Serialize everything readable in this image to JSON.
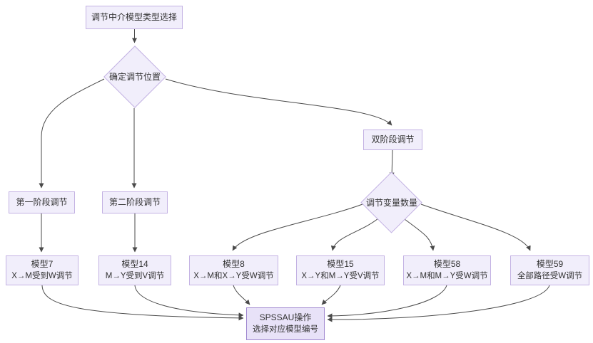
{
  "colors": {
    "background": "#ffffff",
    "node-fill": "#f1eefb",
    "node-border": "#c3b2e3",
    "accent-fill": "#e8e2f8",
    "accent-border": "#a088d0",
    "edge-color": "#4a4a4a",
    "text-color": "#333333"
  },
  "nodes": {
    "start": {
      "label": "调节中介模型类型选择"
    },
    "decision_position": {
      "label": "确定调节位置"
    },
    "stage1": {
      "label": "第一阶段调节"
    },
    "stage2": {
      "label": "第二阶段调节"
    },
    "dual_stage": {
      "label": "双阶段调节"
    },
    "decision_count": {
      "label": "调节变量数量"
    },
    "model7": {
      "title": "模型7",
      "desc": "X→M受到W调节"
    },
    "model14": {
      "title": "模型14",
      "desc": "M→Y受到V调节"
    },
    "model8": {
      "title": "模型8",
      "desc": "X→M和X→Y受W调节"
    },
    "model15": {
      "title": "模型15",
      "desc": "X→Y和M→Y受V调节"
    },
    "model58": {
      "title": "模型58",
      "desc": "X→M和M→Y受W调节"
    },
    "model59": {
      "title": "模型59",
      "desc": "全部路径受W调节"
    },
    "spssau": {
      "title": "SPSSAU操作",
      "desc": "选择对应模型编号"
    }
  }
}
